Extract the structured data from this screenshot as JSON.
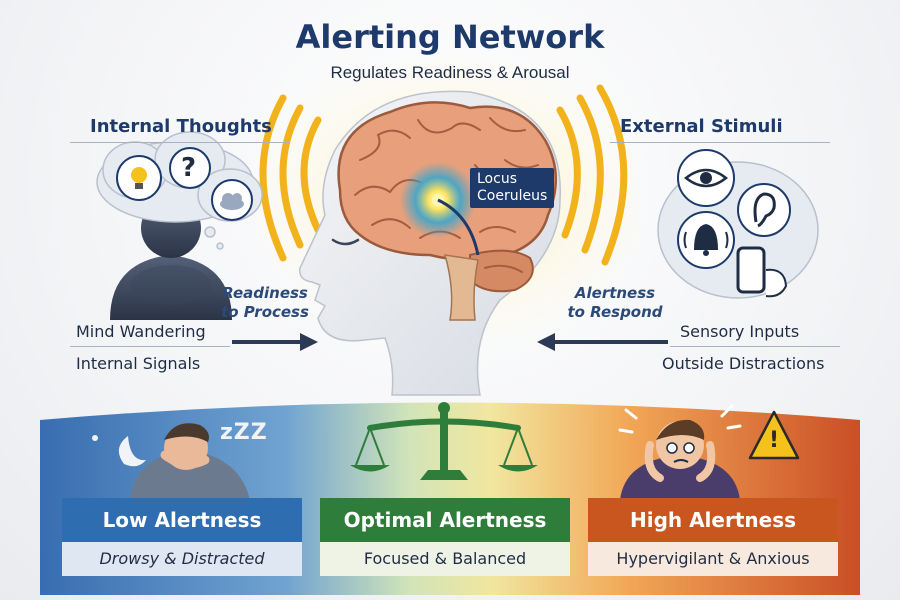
{
  "header": {
    "title": "Alerting Network",
    "subtitle": "Regulates Readiness & Arousal"
  },
  "left": {
    "heading": "Internal Thoughts",
    "flow_label_line1": "Readiness",
    "flow_label_line2": "to Process",
    "items": [
      "Mind Wandering",
      "Internal Signals"
    ]
  },
  "right": {
    "heading": "External Stimuli",
    "flow_label_line1": "Alertness",
    "flow_label_line2": "to Respond",
    "items": [
      "Sensory Inputs",
      "Outside Distractions"
    ]
  },
  "center": {
    "brain_label_line1": "Locus",
    "brain_label_line2": "Coeruleus"
  },
  "states": [
    {
      "title": "Low Alertness",
      "description": "Drowsy & Distracted",
      "color": "#2f6db1"
    },
    {
      "title": "Optimal Alertness",
      "description": "Focused & Balanced",
      "color": "#2f7d3b"
    },
    {
      "title": "High Alertness",
      "description": "Hypervigilant & Anxious",
      "color": "#c9561e"
    }
  ],
  "icons": {
    "sleep_text": "zZZ",
    "question": "?",
    "warning": "!"
  },
  "colors": {
    "title": "#1d3a6b",
    "low": "#2f6db1",
    "optimal": "#2f7d3b",
    "high": "#c9561e",
    "alert_glow": "#f2b21b"
  }
}
